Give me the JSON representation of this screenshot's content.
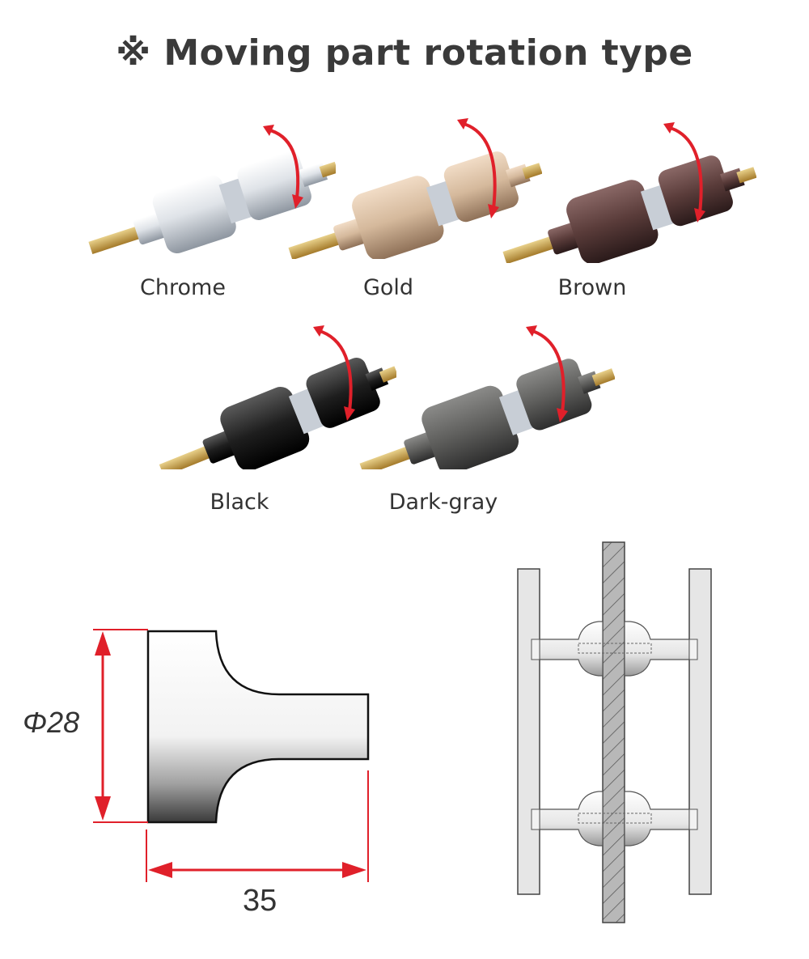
{
  "title": "※ Moving part rotation type",
  "products": [
    {
      "label": "Chrome",
      "color_body": "#e6e9ee",
      "color_shade": "#9aa2ad"
    },
    {
      "label": "Gold",
      "color_body": "#d8bfa6",
      "color_shade": "#9c8068"
    },
    {
      "label": "Brown",
      "color_body": "#6b4a48",
      "color_shade": "#2e1e1e"
    },
    {
      "label": "Black",
      "color_body": "#2b2b2b",
      "color_shade": "#050505"
    },
    {
      "label": "Dark-gray",
      "color_body": "#6c6c6a",
      "color_shade": "#353535"
    }
  ],
  "dimensions": {
    "diameter": "Φ28",
    "length": "35"
  },
  "colors": {
    "arrow_red": "#e0202a",
    "thread_gold": "#c9a24a"
  }
}
